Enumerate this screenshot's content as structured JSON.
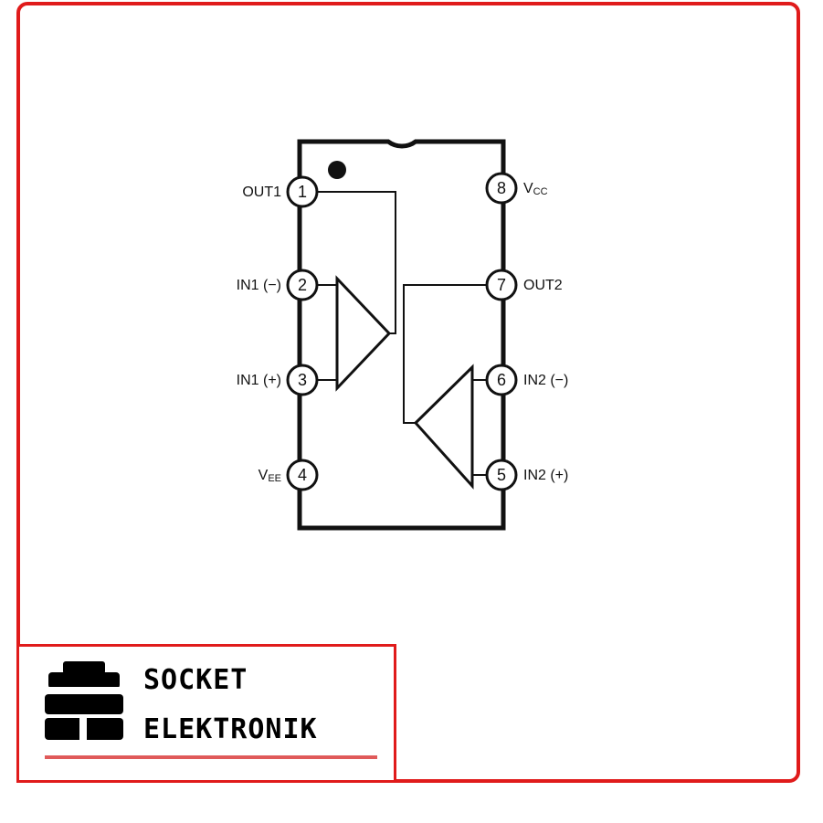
{
  "diagram": {
    "pins": [
      {
        "num": "1",
        "label": "OUT1",
        "sub": ""
      },
      {
        "num": "2",
        "label": "IN1 (−)",
        "sub": ""
      },
      {
        "num": "3",
        "label": "IN1 (+)",
        "sub": ""
      },
      {
        "num": "4",
        "label": "V",
        "sub": "EE"
      },
      {
        "num": "5",
        "label": "IN2 (+)",
        "sub": ""
      },
      {
        "num": "6",
        "label": "IN2 (−)",
        "sub": ""
      },
      {
        "num": "7",
        "label": "OUT2",
        "sub": ""
      },
      {
        "num": "8",
        "label": "V",
        "sub": "CC"
      }
    ]
  },
  "logo": {
    "line1": "SOCKET",
    "line2": "ELEKTRONIK"
  },
  "colors": {
    "frame": "#e01b1b",
    "underline": "#e05a5a",
    "ink": "#111111"
  }
}
